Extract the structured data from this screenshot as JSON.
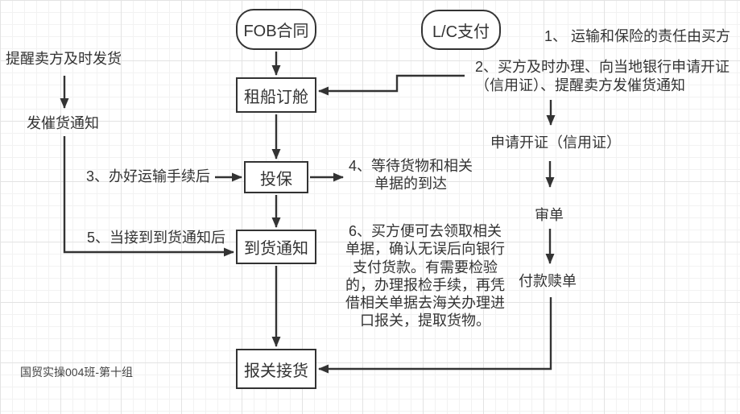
{
  "diagram": {
    "title_nodes": {
      "fob_contract": "FOB合同",
      "lc_payment": "L/C支付"
    },
    "nodes": {
      "charter_booking": "租船订舱",
      "insure": "投保",
      "arrival_notice": "到货通知",
      "customs_pickup": "报关接货"
    },
    "steps": {
      "remind_seller": "提醒卖方及时发货",
      "urge_shipment_notice": "发催货通知",
      "apply_lc": "申请开证（信用证）",
      "review_documents": "审单",
      "pay_redeem_documents": "付款赎单"
    },
    "notes": {
      "note1": "1、 运输和保险的责任由买方",
      "note2": "2、买方及时办理、向当地银行申请开证\n（信用证）、提醒卖方发催货通知",
      "note3": "3、办好运输手续后",
      "note4": "4、等待货物和相关\n单据的到达",
      "note5": "5、当接到到货通知后",
      "note6": "6、买方便可去领取相关\n单据，确认无误后向银行\n支付货款。有需要检验\n的，办理报检手续，再凭\n借相关单据去海关办理进\n口报关，提取货物。"
    },
    "footer": "国贸实操004班-第十组",
    "colors": {
      "stroke": "#333333",
      "text": "#333333",
      "background": "#ffffff",
      "grid_minor": "#f2f2f2",
      "grid_major": "#e3e3e3"
    }
  }
}
